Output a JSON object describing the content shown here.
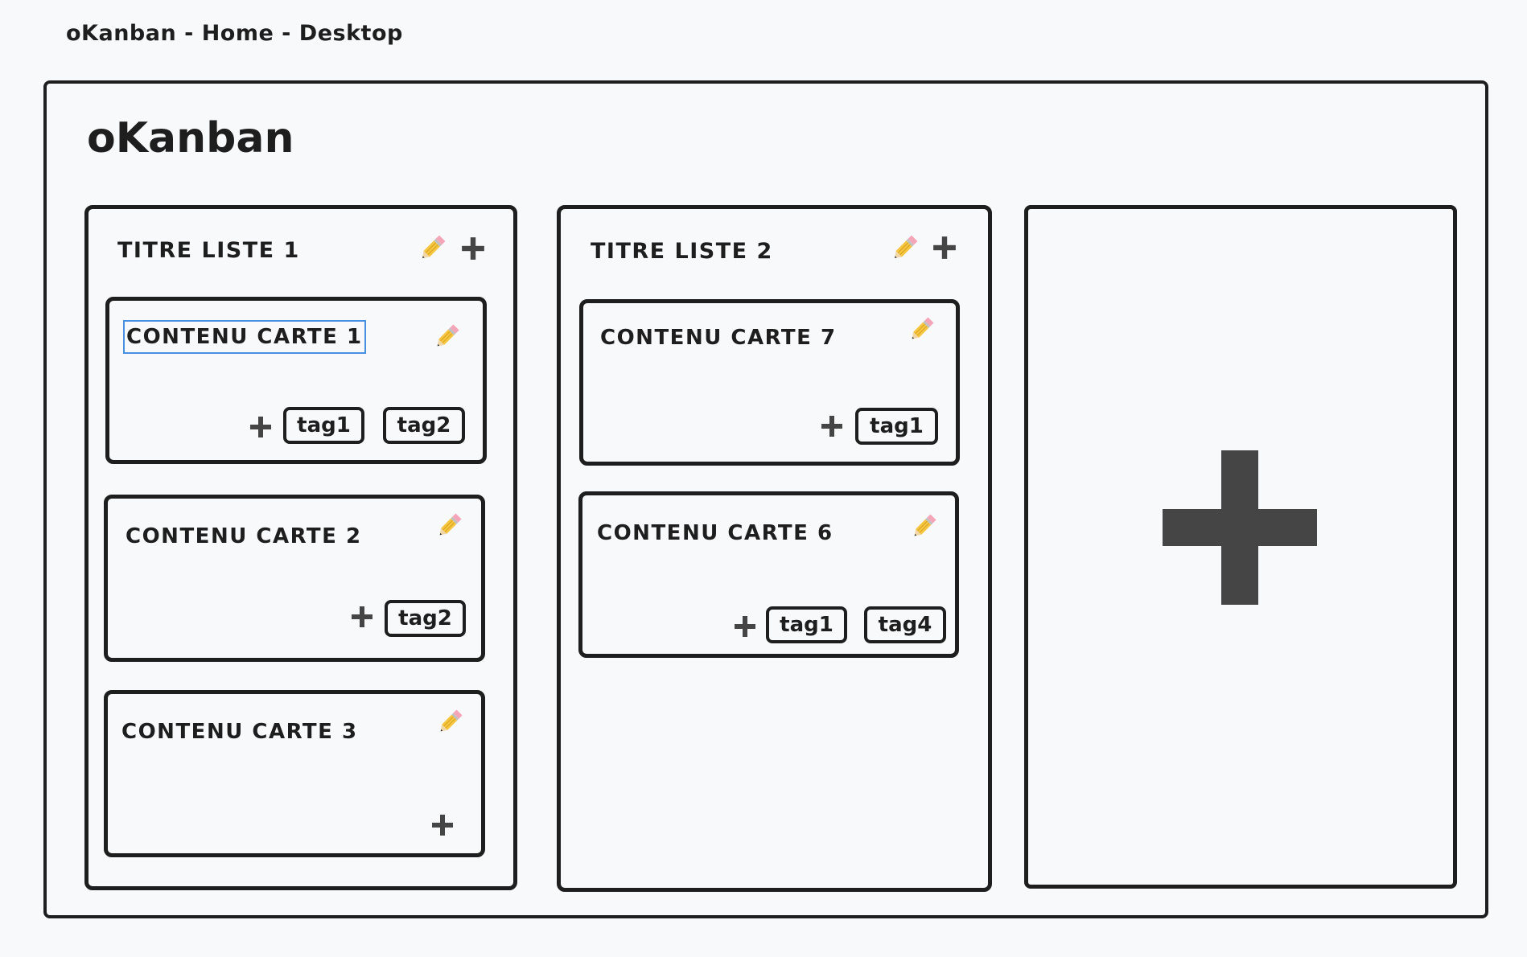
{
  "window": {
    "title": "oKanban - Home - Desktop"
  },
  "app": {
    "title": "oKanban"
  },
  "icons": {
    "edit": "pencil-icon",
    "add": "plus-icon",
    "add_list": "large-plus-icon"
  },
  "lists": [
    {
      "title": "TITRE LISTE 1",
      "cards": [
        {
          "content": "CONTENU CARTE 1",
          "tags": [
            "tag1",
            "tag2"
          ]
        },
        {
          "content": "CONTENU CARTE 2",
          "tags": [
            "tag2"
          ]
        },
        {
          "content": "CONTENU CARTE 3",
          "tags": []
        }
      ]
    },
    {
      "title": "TITRE LISTE 2",
      "cards": [
        {
          "content": "CONTENU CARTE 7",
          "tags": [
            "tag1"
          ]
        },
        {
          "content": "CONTENU CARTE 6",
          "tags": [
            "tag1",
            "tag4"
          ]
        }
      ]
    }
  ],
  "colors": {
    "ink": "#1e1e1e",
    "background": "#f8f9fa",
    "plus": "#454545",
    "selection": "#4a90e2"
  }
}
